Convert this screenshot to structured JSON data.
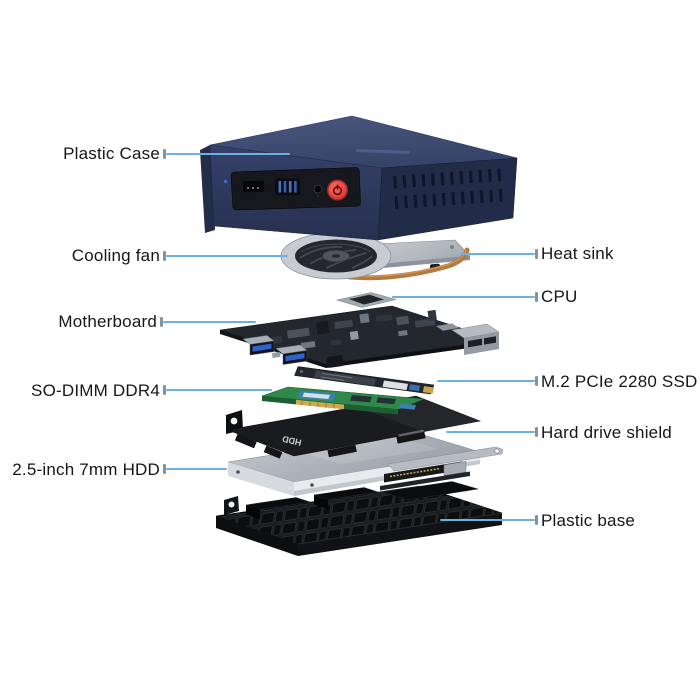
{
  "diagram": {
    "type": "exploded-view",
    "background": "#ffffff",
    "labels": [
      {
        "text": "Plastic Case",
        "side": "left",
        "target": "plastic-case"
      },
      {
        "text": "Cooling fan",
        "side": "left",
        "target": "cooling-fan"
      },
      {
        "text": "Heat sink",
        "side": "right",
        "target": "heat-sink"
      },
      {
        "text": "CPU",
        "side": "right",
        "target": "cpu"
      },
      {
        "text": "Motherboard",
        "side": "left",
        "target": "motherboard"
      },
      {
        "text": "M.2 PCIe 2280 SSD",
        "side": "right",
        "target": "m2-ssd"
      },
      {
        "text": "SO-DIMM DDR4",
        "side": "left",
        "target": "so-dimm-ddr4"
      },
      {
        "text": "Hard drive shield",
        "side": "right",
        "target": "hard-drive-shield"
      },
      {
        "text": "2.5-inch 7mm HDD",
        "side": "left",
        "target": "hdd"
      },
      {
        "text": "Plastic base",
        "side": "right",
        "target": "plastic-base"
      }
    ],
    "shield_marking": "HDD",
    "palette": {
      "leader_line": "#6fb0e2",
      "leader_tick": "#7e93a8",
      "label_text": "#161616",
      "case_navy_top": "#46547e",
      "case_navy_front": "#2b3553",
      "power_button_red": "#e84a42",
      "usb_blue": "#2f62cc",
      "pcb_dark": "#23272e",
      "ram_green": "#2f8a4a",
      "gold": "#c9a64d",
      "copper": "#b5793f",
      "metal_silver": "#c6cbd1",
      "hdd_silver": "#c3c8ce",
      "shield_black": "#151619",
      "base_black": "#17191c"
    }
  }
}
